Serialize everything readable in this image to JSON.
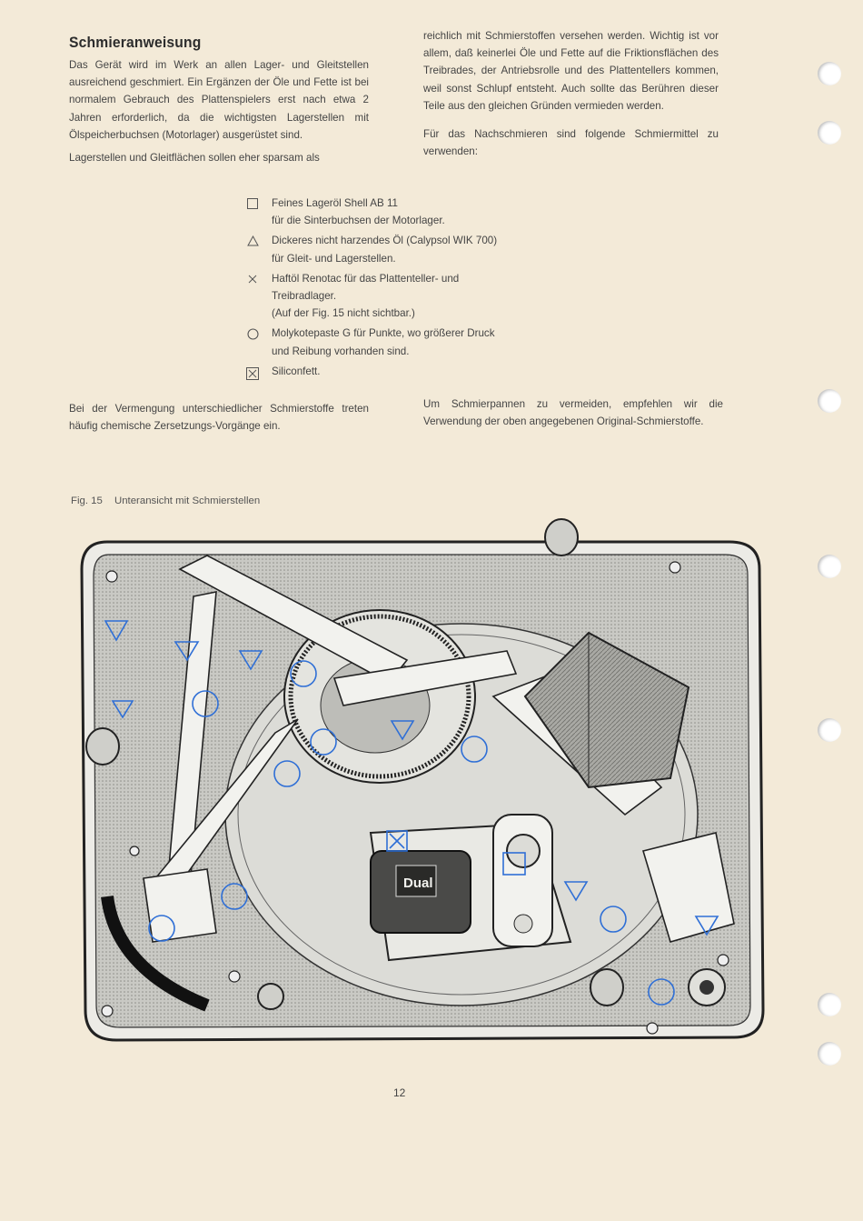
{
  "document": {
    "title": "Schmieranweisung",
    "left_column": {
      "p1": "Das Gerät wird im Werk an allen Lager- und Gleitstellen ausreichend geschmiert. Ein Ergänzen der Öle und Fette ist bei normalem Gebrauch des Plattenspielers erst nach etwa 2 Jahren erforderlich, da die wichtigsten Lagerstellen mit Ölspeicherbuchsen (Motorlager) ausgerüstet sind.",
      "p2": "Lagerstellen und Gleitflächen sollen eher sparsam als"
    },
    "right_column": {
      "p1": "reichlich mit Schmierstoffen versehen werden. Wichtig ist vor allem, daß keinerlei Öle und Fette auf die Friktionsflächen des Treibrades, der Antriebsrolle und des Plattentellers kommen, weil sonst Schlupf entsteht. Auch sollte das Berühren dieser Teile aus den gleichen Gründen vermieden werden.",
      "p2": "Für das Nachschmieren sind folgende Schmiermittel zu verwenden:"
    },
    "legend": [
      {
        "symbol": "square-icon",
        "line1": "Feines Lageröl Shell AB 11",
        "line2": "für die Sinterbuchsen der Motorlager.",
        "line3": ""
      },
      {
        "symbol": "triangle-icon",
        "line1": "Dickeres nicht harzendes Öl (Calypsol WIK 700)",
        "line2": "für Gleit- und Lagerstellen.",
        "line3": ""
      },
      {
        "symbol": "cross-icon",
        "line1": "Haftöl Renotac für das Plattenteller- und",
        "line2": "Treibradlager.",
        "line3": "(Auf der Fig. 15 nicht sichtbar.)"
      },
      {
        "symbol": "circle-icon",
        "line1": "Molykotepaste G für Punkte, wo größerer Druck",
        "line2": "und Reibung vorhanden sind.",
        "line3": ""
      },
      {
        "symbol": "boxed-cross-icon",
        "line1": "Siliconfett.",
        "line2": "",
        "line3": ""
      }
    ],
    "bottom_left": "Bei der Vermengung unterschiedlicher Schmierstoffe treten häufig chemische Zersetzungs-Vorgänge ein.",
    "bottom_right": "Um Schmierpannen zu vermeiden, empfehlen wir die Verwendung der oben angegebenen Original-Schmierstoffe.",
    "figure_caption": {
      "number": "Fig. 15",
      "text": "Unteransicht mit Schmierstellen"
    },
    "figure": {
      "brand_label": "Dual"
    },
    "page_number": "12"
  },
  "colors": {
    "paper": "#f3ead8",
    "text": "#3a3a3a",
    "drawing": "#2a2a2a",
    "marker": "#2f6fd6"
  }
}
